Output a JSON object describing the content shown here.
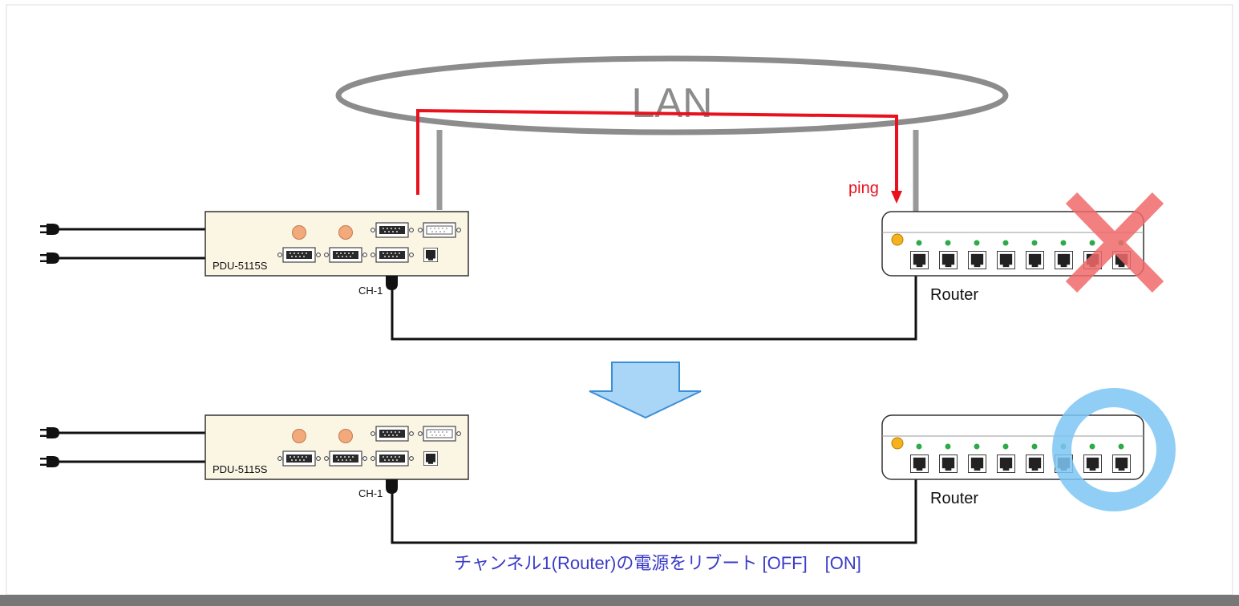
{
  "diagram": {
    "lan_label": "LAN",
    "ping_label": "ping",
    "top": {
      "pdu_model": "PDU-5115S",
      "channel_label": "CH-1",
      "router_label": "Router",
      "status": "failed"
    },
    "bottom": {
      "pdu_model": "PDU-5115S",
      "channel_label": "CH-1",
      "router_label": "Router",
      "status": "recovered"
    },
    "caption": "チャンネル1(Router)の電源をリブート [OFF]　[ON]"
  },
  "colors": {
    "ping_path": "#e8121e",
    "cable_gray": "#999999",
    "fail_mark": "#f06a6a",
    "ok_ring": "#7cc6f4",
    "arrow_fill": "#a9d6f7",
    "arrow_stroke": "#3b8fd6",
    "caption": "#3b3bc8",
    "bottom_bar": "#777777"
  }
}
